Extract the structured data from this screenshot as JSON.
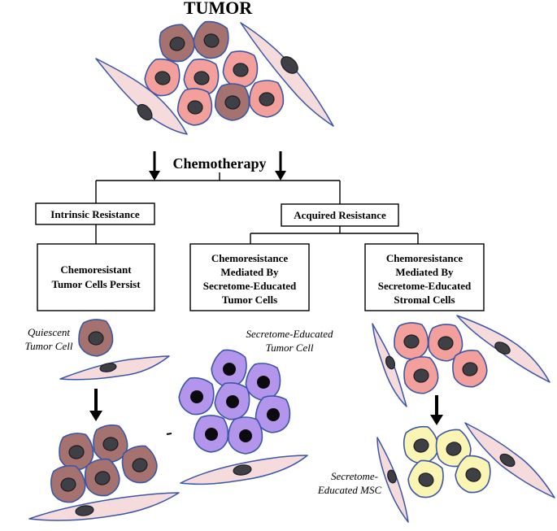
{
  "title": "TUMOR",
  "treatment": "Chemotherapy",
  "branches": {
    "intrinsic": {
      "label": "Intrinsic Resistance",
      "outcome": [
        "Chemoresistant",
        "Tumor Cells Persist"
      ]
    },
    "acquired": {
      "label": "Acquired Resistance",
      "outcome_tumor": [
        "Chemoresistance",
        "Mediated By",
        "Secretome-Educated",
        "Tumor Cells"
      ],
      "outcome_stromal": [
        "Chemoresistance",
        "Mediated By",
        "Secretome-Educated",
        "Stromal Cells"
      ]
    }
  },
  "cell_labels": {
    "quiescent": [
      "Quiescent",
      "Tumor Cell"
    ],
    "educated_tumor": [
      "Secretome-Educated",
      "Tumor Cell"
    ],
    "educated_msc": [
      "Secretome-",
      "Educated MSC"
    ]
  },
  "colors": {
    "tumor_pink": "#f3a09c",
    "tumor_brown": "#a5726f",
    "educated_purple": "#b495ec",
    "msc_yellow": "#fbf5b3",
    "fibroblast": "#f6dbdc",
    "outline": "#3a56a8"
  }
}
